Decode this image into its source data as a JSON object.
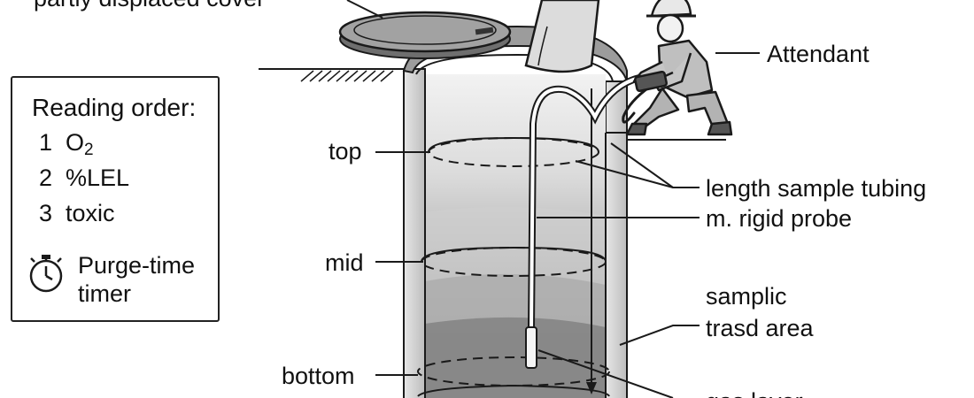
{
  "labels": {
    "cover": "partly displaced cover",
    "attendant": "Attendant",
    "top": "top",
    "mid": "mid",
    "bottom": "bottom",
    "tubing": "length sample tubing",
    "probe": "m. rigid probe",
    "area_line1": "samplic",
    "area_line2": "trasd area",
    "gas_layer": "gas layer"
  },
  "legend": {
    "title": "Reading order:",
    "items": [
      {
        "num": "1",
        "text": "O",
        "sub": "2"
      },
      {
        "num": "2",
        "text": "%LEL",
        "sub": ""
      },
      {
        "num": "3",
        "text": "toxic",
        "sub": ""
      }
    ],
    "timer_label": "Purge-time timer",
    "timer_icon": "stopwatch-icon"
  },
  "colors": {
    "line": "#1a1a1a",
    "light_gas": "#d4d4d4",
    "mid_gas": "#a9a9a9",
    "dark_gas": "#6b6b6b",
    "wall": "#c8c8c8"
  }
}
